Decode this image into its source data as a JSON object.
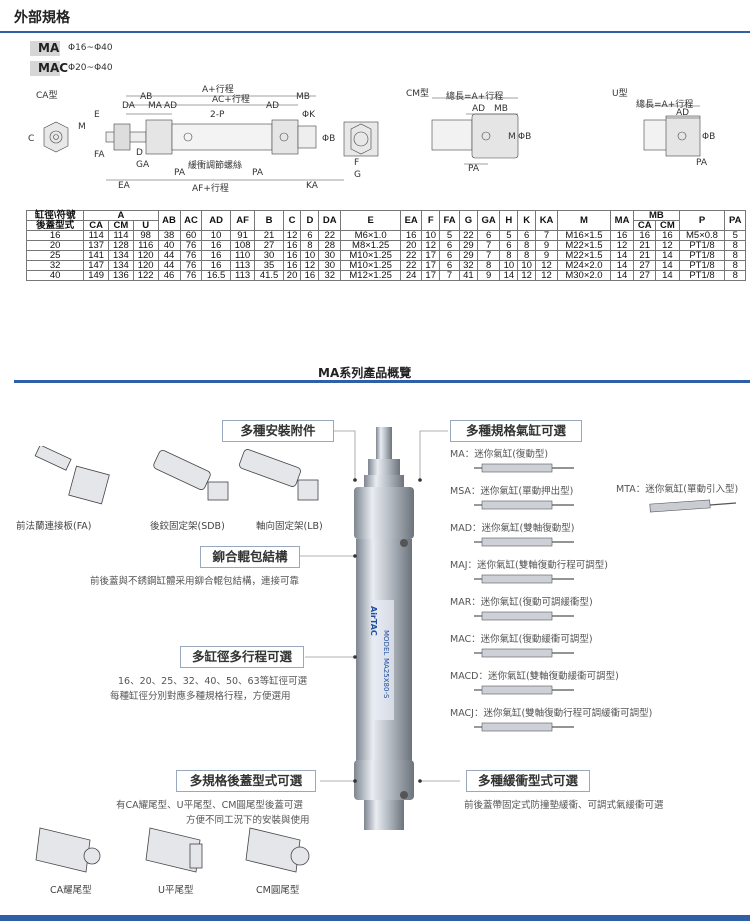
{
  "header": {
    "title": "外部規格"
  },
  "models": [
    {
      "code": "MA",
      "range": "Φ16~Φ40"
    },
    {
      "code": "MAC",
      "range": "Φ20~Φ40"
    }
  ],
  "drawings": {
    "ca": {
      "title": "CA型",
      "labels": {
        "a_stroke": "A+行程",
        "ac_stroke": "AC+行程",
        "ab": "AB",
        "mb": "MB",
        "da": "DA",
        "ma": "MA",
        "ad": "AD",
        "ad2": "AD",
        "p2": "2-P",
        "k": "ΦK",
        "e": "E",
        "m": "M",
        "fa": "FA",
        "c": "C",
        "d": "D",
        "ga": "GA",
        "pa": "PA",
        "pa2": "PA",
        "ea": "EA",
        "af_stroke": "AF+行程",
        "ka": "KA",
        "b": "ΦB",
        "f": "F",
        "g": "G",
        "screw": "緩衝調節螺絲"
      }
    },
    "cm": {
      "title": "CM型",
      "labels": {
        "total": "總長=A+行程",
        "ad": "AD",
        "mb": "MB",
        "m": "M",
        "b": "ΦB",
        "pa": "PA"
      }
    },
    "u": {
      "title": "U型",
      "labels": {
        "total": "總長=A+行程",
        "ad": "AD",
        "b": "ΦB",
        "pa": "PA"
      }
    }
  },
  "spec_table": {
    "header_row1": {
      "bore": "缸徑\\符號",
      "a": "A",
      "ab": "AB",
      "ac": "AC",
      "ad": "AD",
      "af": "AF",
      "b": "B",
      "c": "C",
      "d": "D",
      "da": "DA",
      "e": "E",
      "ea": "EA",
      "f": "F",
      "fa": "FA",
      "g": "G",
      "ga": "GA",
      "h": "H",
      "k": "K",
      "ka": "KA",
      "m": "M",
      "ma": "MA",
      "mb": "MB",
      "p": "P",
      "pa": "PA"
    },
    "header_row2": {
      "cover": "後蓋型式",
      "ca": "CA",
      "cm": "CM",
      "u": "U",
      "mb_ca": "CA",
      "mb_cm": "CM"
    },
    "rows": [
      [
        "16",
        "114",
        "114",
        "98",
        "38",
        "60",
        "10",
        "91",
        "21",
        "12",
        "6",
        "22",
        "M6×1.0",
        "16",
        "10",
        "5",
        "22",
        "6",
        "5",
        "6",
        "7",
        "M16×1.5",
        "16",
        "16",
        "16",
        "M5×0.8",
        "5"
      ],
      [
        "20",
        "137",
        "128",
        "116",
        "40",
        "76",
        "16",
        "108",
        "27",
        "16",
        "8",
        "28",
        "M8×1.25",
        "20",
        "12",
        "6",
        "29",
        "7",
        "6",
        "8",
        "9",
        "M22×1.5",
        "12",
        "21",
        "12",
        "PT1/8",
        "8"
      ],
      [
        "25",
        "141",
        "134",
        "120",
        "44",
        "76",
        "16",
        "110",
        "30",
        "16",
        "10",
        "30",
        "M10×1.25",
        "22",
        "17",
        "6",
        "29",
        "7",
        "8",
        "8",
        "9",
        "M22×1.5",
        "14",
        "21",
        "14",
        "PT1/8",
        "8"
      ],
      [
        "32",
        "147",
        "134",
        "120",
        "44",
        "76",
        "16",
        "113",
        "35",
        "16",
        "12",
        "30",
        "M10×1.25",
        "22",
        "17",
        "6",
        "32",
        "8",
        "10",
        "10",
        "12",
        "M24×2.0",
        "14",
        "27",
        "14",
        "PT1/8",
        "8"
      ],
      [
        "40",
        "149",
        "136",
        "122",
        "46",
        "76",
        "16.5",
        "113",
        "41.5",
        "20",
        "16",
        "32",
        "M12×1.25",
        "24",
        "17",
        "7",
        "41",
        "9",
        "14",
        "12",
        "12",
        "M30×2.0",
        "14",
        "27",
        "14",
        "PT1/8",
        "8"
      ]
    ]
  },
  "overview": {
    "title": "MA系列產品概覽",
    "left": {
      "accessories": {
        "label": "多種安裝附件",
        "items": [
          "前法蘭連接板(FA)",
          "後鉸固定架(SDB)",
          "軸向固定架(LB)"
        ]
      },
      "riveted": {
        "label": "鉚合輥包結構",
        "desc": "前後蓋與不銹鋼缸體采用鉚合輥包結構，連接可靠"
      },
      "bores": {
        "label": "多缸徑多行程可選",
        "desc1": "16、20、25、32、40、50、63等缸徑可選",
        "desc2": "每種缸徑分別對應多種規格行程，方便選用"
      },
      "rear": {
        "label": "多規格後蓋型式可選",
        "desc1": "有CA耀尾型、U平尾型、CM圓尾型後蓋可選",
        "desc2": "方便不同工況下的安裝與使用",
        "items": [
          "CA耀尾型",
          "U平尾型",
          "CM圓尾型"
        ]
      }
    },
    "right": {
      "cylinders": {
        "label": "多種規格氣缸可選",
        "items": [
          "MA：迷你氣缸(復動型)",
          "MSA：迷你氣缸(單動押出型)",
          "MAD：迷你氣缸(雙軸復動型)",
          "MAJ：迷你氣缸(雙軸復動行程可調型)",
          "MAR：迷你氣缸(復動可調緩衝型)",
          "MAC：迷你氣缸(復動緩衝可調型)",
          "MACD：迷你氣缸(雙軸復動緩衝可調型)",
          "MACJ：迷你氣缸(雙軸復動行程可調緩衝可調型)"
        ],
        "mta": "MTA：迷你氣缸(單動引入型)"
      },
      "cushion": {
        "label": "多種緩衝型式可選",
        "desc": "前後蓋帶固定式防撞墊緩衝、可調式氣緩衝可選"
      }
    },
    "cylinder_brand": {
      "brand": "AirTAC",
      "model": "MODEL",
      "code": "MA25X80-S"
    }
  }
}
